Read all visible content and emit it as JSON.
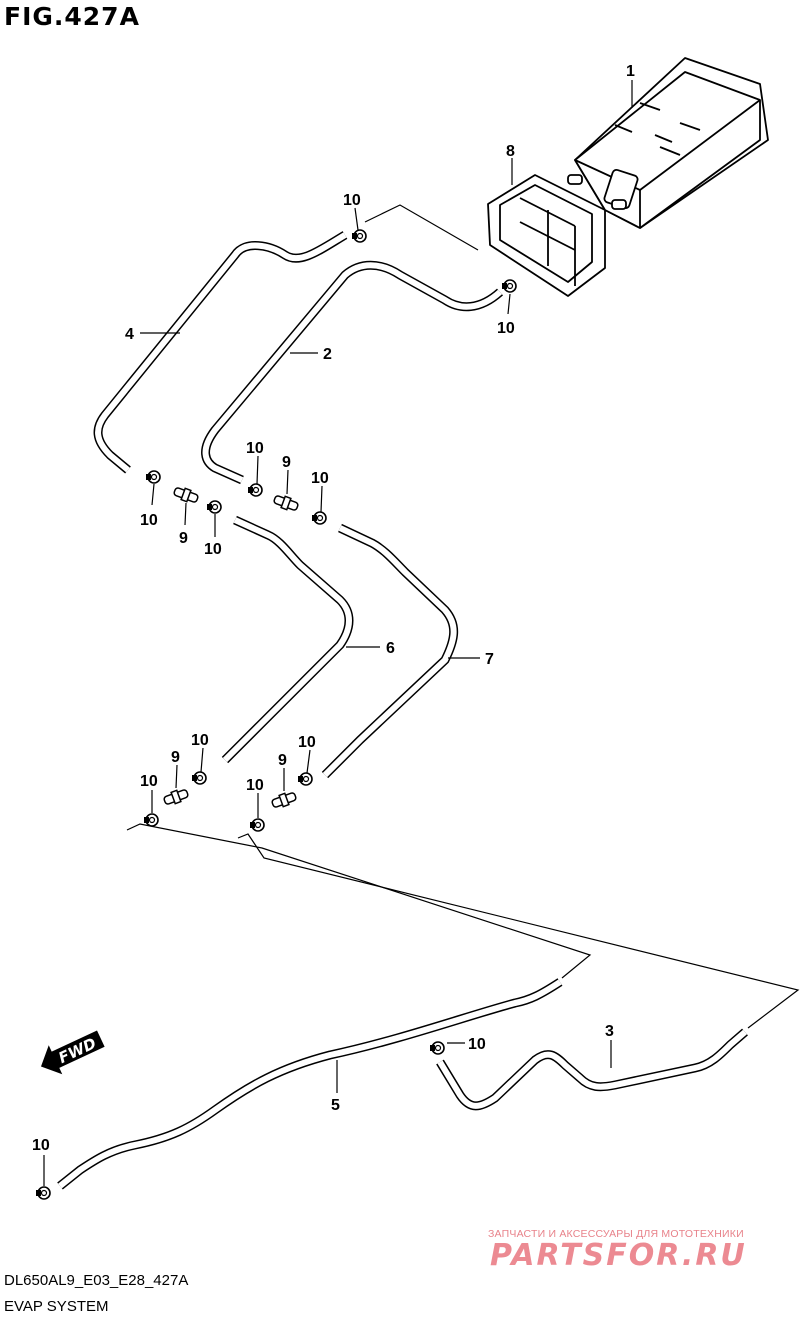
{
  "figure": {
    "title": "FIG.427A"
  },
  "footer": {
    "code": "DL650AL9_E03_E28_427A",
    "name": "EVAP SYSTEM"
  },
  "watermark": {
    "subtitle": "ЗАПЧАСТИ И АКСЕССУАРЫ ДЛЯ МОТОТЕХНИКИ",
    "logo": "PARTSFOR.RU"
  },
  "fwd_arrow": {
    "label": "FWD"
  },
  "callouts": {
    "c1": "1",
    "c2": "2",
    "c3": "3",
    "c4": "4",
    "c5": "5",
    "c6": "6",
    "c7": "7",
    "c8": "8",
    "c9a": "9",
    "c9b": "9",
    "c9c": "9",
    "c9d": "9",
    "c10a": "10",
    "c10b": "10",
    "c10c": "10",
    "c10d": "10",
    "c10e": "10",
    "c10f": "10",
    "c10g": "10",
    "c10h": "10",
    "c10i": "10",
    "c10j": "10",
    "c10k": "10",
    "c10l": "10"
  }
}
